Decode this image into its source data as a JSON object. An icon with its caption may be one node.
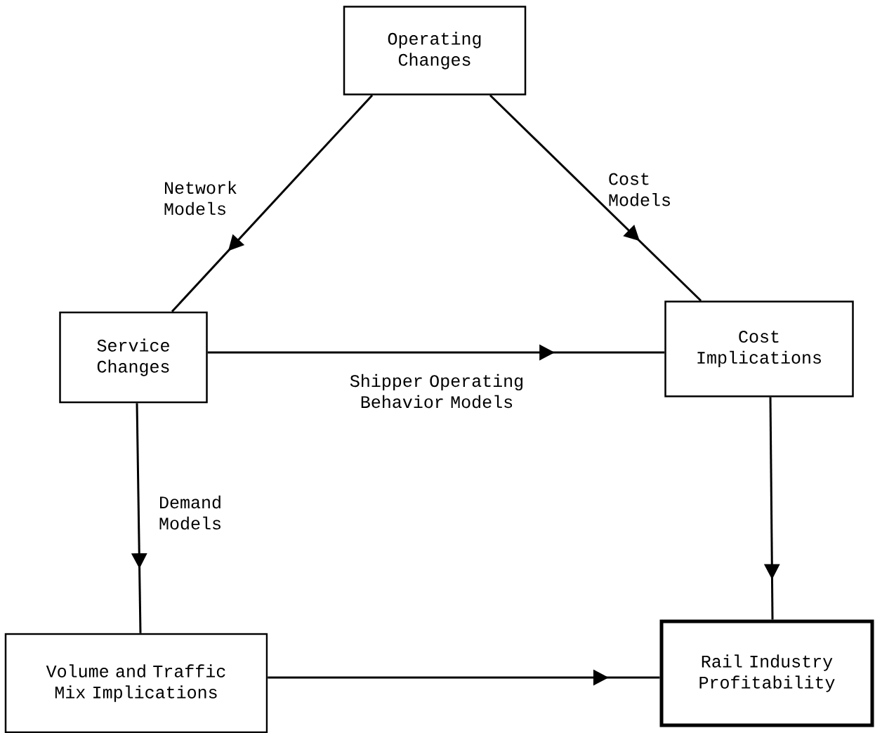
{
  "diagram": {
    "nodes": [
      {
        "text": [
          "Operating Changes"
        ]
      },
      {
        "text": [
          "Service Changes"
        ]
      },
      {
        "text": [
          "Cost Implications"
        ]
      },
      {
        "text": [
          "Volume and Traffic Mix Implications"
        ]
      },
      {
        "text": [
          "Rail Industry Profitability"
        ]
      }
    ],
    "edges": [
      {
        "from": 0,
        "to": 1,
        "arrow": "to",
        "label": "Network Models"
      },
      {
        "from": 0,
        "to": 2,
        "arrow": "to",
        "label": "Cost Models"
      },
      {
        "from": 1,
        "to": 2,
        "arrow": "to",
        "label": "Shipper Operating Behavior Models"
      },
      {
        "from": 1,
        "to": 3,
        "arrow": "to",
        "label": "Demand Models"
      },
      {
        "from": 2,
        "to": 4,
        "arrow": "to"
      },
      {
        "from": 3,
        "to": 4,
        "arrow": "to"
      }
    ]
  }
}
